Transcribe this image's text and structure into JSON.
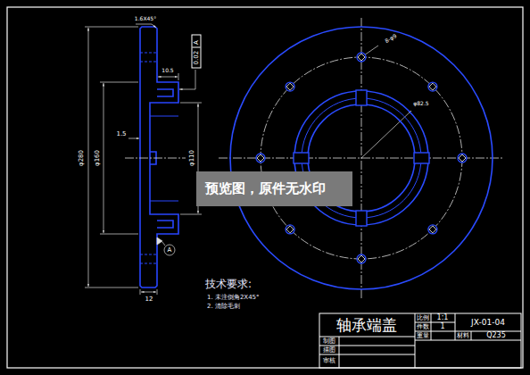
{
  "diagram": {
    "nodes": [
      {
        "text": [
          "0.02",
          "A"
        ]
      },
      {
        "text": [
          "预览图，原件无水印"
        ]
      }
    ],
    "labels": [
      "1.6X45°",
      "10.5",
      "1.5",
      "φ280",
      "φ160",
      "φ110",
      "A",
      "12",
      "8-φ9",
      "φ82.5",
      "技术要求:",
      "1. 未注倒角2X45°",
      "2. 清除毛刺",
      "轴承端盖",
      "比例",
      "1:1",
      "件数",
      "1",
      "重量",
      "材料",
      "Q235",
      "JX-01-04",
      "制图",
      "描图",
      "审核"
    ]
  }
}
